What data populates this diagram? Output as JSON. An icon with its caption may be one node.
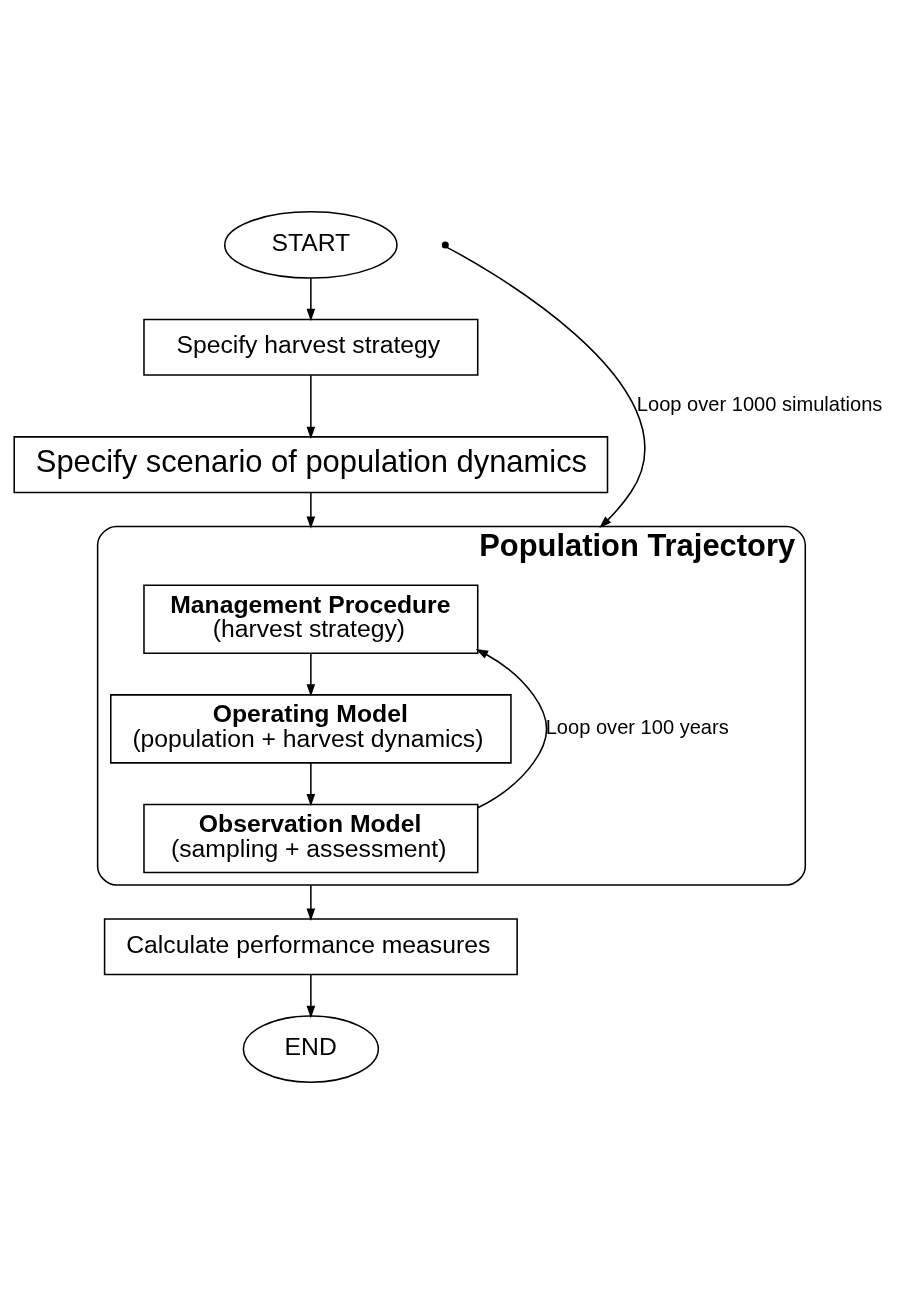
{
  "diagram": {
    "nodes": [
      {
        "text": [
          "START"
        ]
      },
      {
        "text": [
          "Specify harvest strategy"
        ]
      },
      {
        "text": [
          "Specify scenario of population dynamics"
        ]
      },
      {
        "text": [
          "Population Trajectory"
        ]
      },
      {
        "text": [
          "Management Procedure",
          "(harvest strategy)"
        ],
        "in": 3
      },
      {
        "text": [
          "Operating Model",
          "(population + harvest dynamics)"
        ],
        "in": 3
      },
      {
        "text": [
          "Observation Model",
          "(sampling + assessment)"
        ],
        "in": 3
      },
      {
        "text": [
          "Calculate performance measures"
        ]
      },
      {
        "text": [
          "END"
        ]
      }
    ],
    "edges": [
      {
        "from": 0,
        "to": 1,
        "arrow": "to"
      },
      {
        "from": 1,
        "to": 2,
        "arrow": "to"
      },
      {
        "from": 2,
        "to": 3,
        "arrow": "to"
      },
      {
        "from": 4,
        "to": 5,
        "arrow": "to"
      },
      {
        "from": 5,
        "to": 6,
        "arrow": "to"
      },
      {
        "from": 6,
        "to": 4,
        "arrow": "to",
        "label": "Loop over 100 years"
      },
      {
        "from": null,
        "to": 3,
        "arrow": "to",
        "label": "Loop over 1000 simulations"
      },
      {
        "from": 3,
        "to": 7,
        "arrow": "to"
      },
      {
        "from": 7,
        "to": 8,
        "arrow": "to"
      }
    ]
  }
}
